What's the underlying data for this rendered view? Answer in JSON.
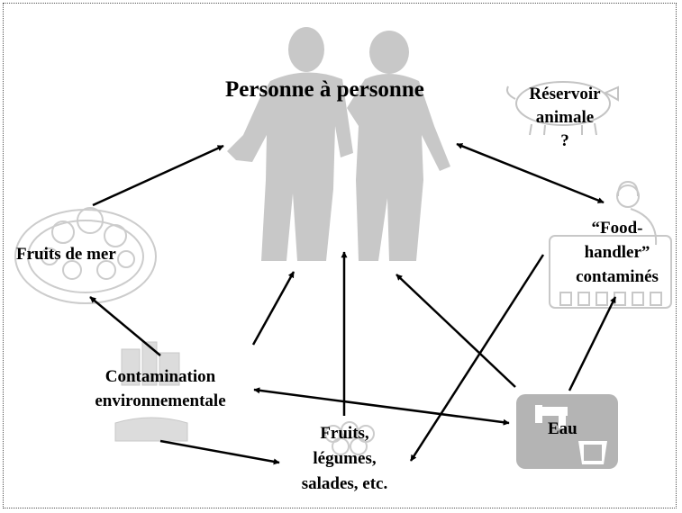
{
  "diagram": {
    "title": "Personne à personne",
    "nodes": {
      "reservoir": {
        "lines": [
          "Réservoir",
          "animale",
          "?"
        ],
        "icon": "pig-icon"
      },
      "food_handler": {
        "lines": [
          "“Food-",
          "handler”",
          "contaminés"
        ],
        "icon": "kitchen-icon"
      },
      "seafood": {
        "label": "Fruits de mer",
        "icon": "seafood-platter-icon"
      },
      "environment": {
        "lines": [
          "Contamination",
          "environnementale"
        ],
        "icon": "city-icon"
      },
      "produce": {
        "lines": [
          "Fruits,",
          "légumes,",
          "salades, etc."
        ],
        "icon": "fruit-basket-icon"
      },
      "water": {
        "label": "Eau",
        "icon": "water-tap-icon"
      }
    },
    "colors": {
      "people_silhouette": "#c8c8c8",
      "clipart": "#d0d0d0",
      "water_box": "#b4b4b4",
      "arrow": "#000000"
    }
  }
}
